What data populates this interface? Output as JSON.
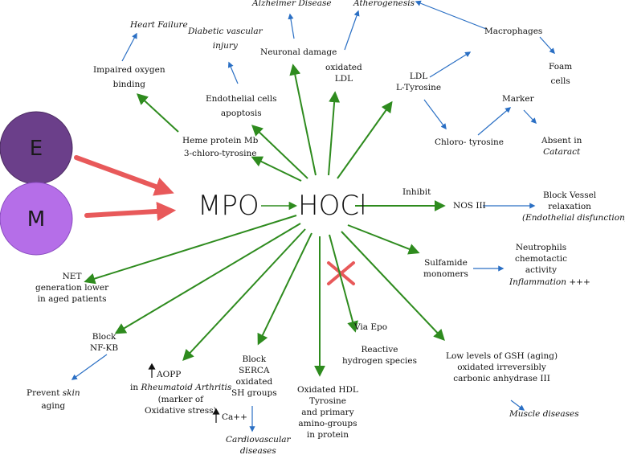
{
  "center": {
    "mpo": "MPO",
    "hocl": "HOCl"
  },
  "circles": {
    "e": {
      "letter": "E",
      "color": "#6b3f8a"
    },
    "m": {
      "letter": "M",
      "color": "#b56ee8"
    }
  },
  "colors": {
    "green_arrow": "#2e8b1e",
    "blue_arrow": "#2a6fc4",
    "red_arrow": "#e8595a"
  },
  "labels": {
    "heart_failure": "Heart Failure",
    "impaired_oxygen": [
      "Impaired oxygen",
      "binding"
    ],
    "diabetic_vascular": [
      "Diabetic vascular",
      "injury"
    ],
    "endothelial_apoptosis": [
      "Endothelial cells",
      "apoptosis"
    ],
    "heme_protein": [
      "Heme protein Mb",
      "3-chloro-tyrosine"
    ],
    "alzheimer": "Alzheimer Disease",
    "neuronal_damage": "Neuronal damage",
    "atherogenesis": "Atherogenesis",
    "oxidated_ldl": [
      "oxidated",
      "LDL"
    ],
    "ldl_tyrosine": [
      "LDL",
      "L-Tyrosine"
    ],
    "macrophages": "Macrophages",
    "foam_cells": [
      "Foam",
      "cells"
    ],
    "marker": "Marker",
    "chloro_tyrosine": "Chloro- tyrosine",
    "absent_in": "Absent in",
    "cataract": "Cataract",
    "inhibit": "Inhibit",
    "nos_iii": "NOS III",
    "block_vessel": [
      "Block Vessel",
      "relaxation"
    ],
    "endothelial_dysfunction": "(Endothelial disfunction)",
    "net_generation": [
      "NET",
      "generation lower",
      "in aged patients"
    ],
    "sulfamide": [
      "Sulfamide",
      "monomers"
    ],
    "neutrophils": [
      "Neutrophils",
      "chemotactic",
      "activity"
    ],
    "inflammation": "Inflammation +++",
    "block_nfkb": [
      "Block",
      "NF-KB"
    ],
    "prevent_skin": {
      "pre": "Prevent ",
      "it": "skin",
      "post": "aging"
    },
    "aopp": "AOPP",
    "rheumatoid": {
      "pre": "in ",
      "it": "Rheumatoid Arthritis"
    },
    "marker_of": [
      "(marker of",
      "Oxidative stress)"
    ],
    "block_serca": [
      "Block",
      "SERCA",
      "oxidated",
      "SH groups"
    ],
    "ca": "Ca++",
    "cardiovascular": [
      "Cardiovascular",
      "diseases"
    ],
    "oxidated_hdl": [
      "Oxidated HDL",
      "Tyrosine",
      "and primary",
      "amino-groups",
      "in protein"
    ],
    "via_epo": "Via Epo",
    "reactive_hydrogen": [
      "Reactive",
      "hydrogen species"
    ],
    "low_gsh": [
      "Low levels of GSH (aging)",
      "oxidated irreversibly",
      "carbonic anhydrase III"
    ],
    "muscle_diseases": "Muscle diseases",
    "up_arrow": "↑"
  }
}
